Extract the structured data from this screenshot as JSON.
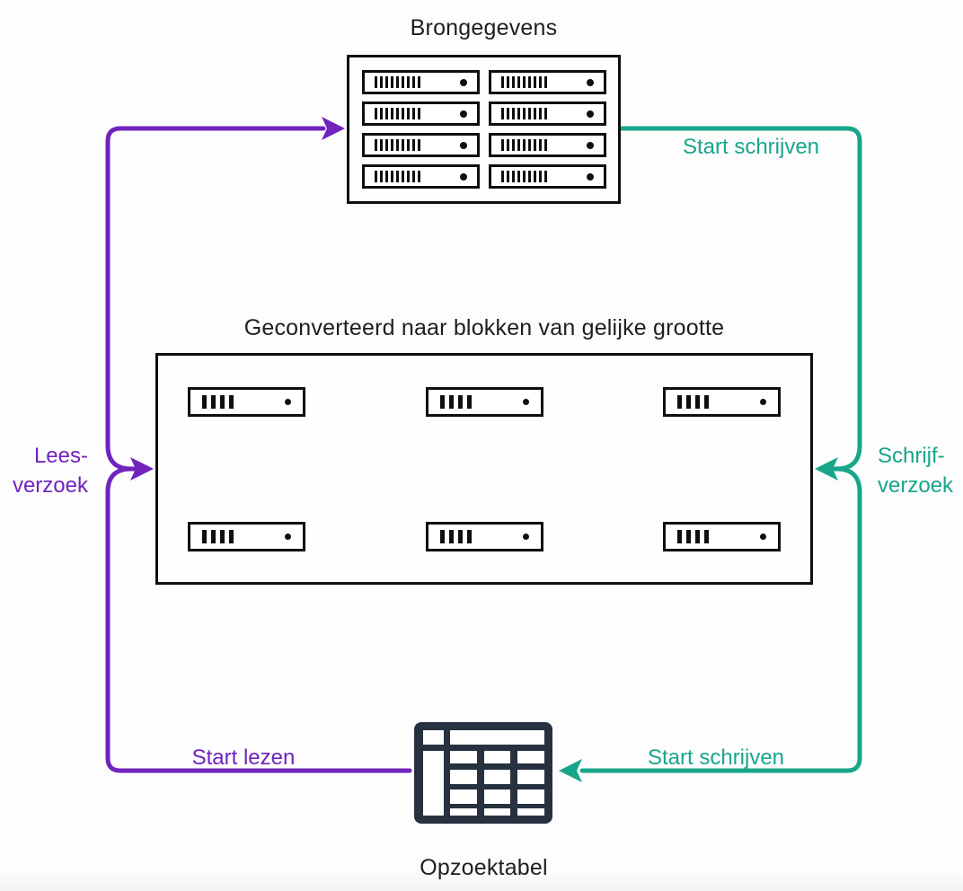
{
  "diagram": {
    "titles": {
      "source": "Brongegevens",
      "blocks": "Geconverteerd naar blokken van gelijke grootte",
      "table": "Opzoektabel"
    },
    "labels": {
      "read_request_line1": "Lees-",
      "read_request_line2": "verzoek",
      "write_request_line1": "Schrijf-",
      "write_request_line2": "verzoek",
      "start_write_top": "Start schrijven",
      "start_read": "Start lezen",
      "start_write_bottom": "Start schrijven"
    },
    "colors": {
      "read_flow": "#7023bd",
      "write_flow": "#18a68b",
      "box_border": "#0f0f0f",
      "table_icon": "#273140",
      "title_text": "#1e1e1e"
    },
    "source_servers": {
      "rows": 4,
      "cols": 2,
      "bars_per_unit": 9
    },
    "blocks": {
      "rows": 2,
      "cols": 3,
      "bars_per_unit": 4
    }
  }
}
